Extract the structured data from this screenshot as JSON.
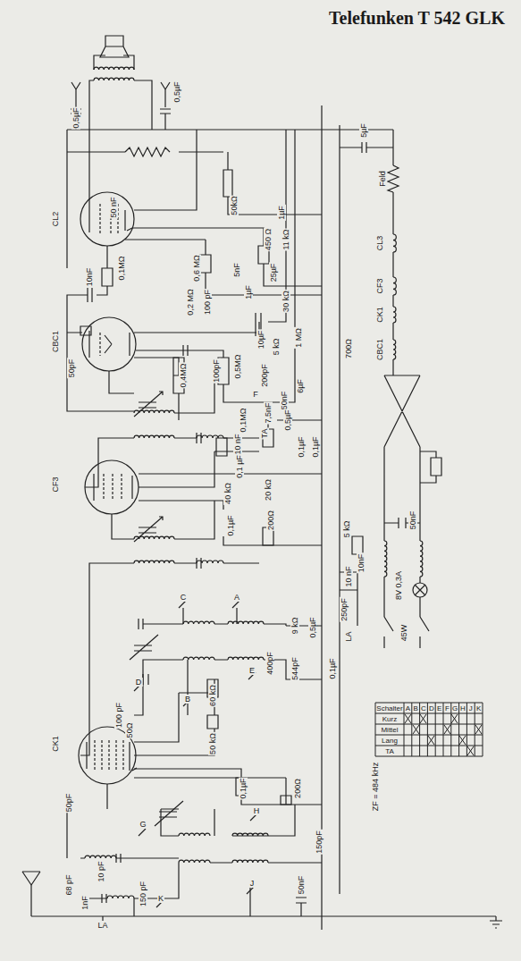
{
  "diagram": {
    "title": "Telefunken T 542 GLK",
    "labels": [
      "0,5µF",
      "0,5µF",
      "5µF",
      "Feld",
      "1µF",
      "50 nF",
      "50kΩ",
      "11 kΩ",
      "450 Ω",
      "CL2",
      "25µF",
      "0,6 MΩ",
      "5nF",
      "0,1MΩ",
      "10nF",
      "1µF",
      "30 kΩ",
      "100 pF",
      "0,2 MΩ",
      "CL3",
      "CF3",
      "CK1",
      "CBC1",
      "CBC1",
      "700Ω",
      "1 MΩ",
      "5 kΩ",
      "10µF",
      "50pF",
      "0,4MΩ",
      "100pF",
      "0,5MΩ",
      "200pF",
      "6µF",
      "F",
      "50nF",
      "7,5nF",
      "0,5µF",
      "0,1MΩ",
      "TA",
      "10 nF",
      "0,1µF",
      "0,1µF",
      "CF3",
      "0,1 µF",
      "40 kΩ",
      "20 kΩ",
      "0,1µF",
      "200Ω",
      "5 kΩ",
      "50nF",
      "10nF",
      "10 nF",
      "250pF",
      "LA",
      "8V 0,3A",
      "45W",
      "C",
      "A",
      "9 kΩ",
      "0,5µF",
      "400pF",
      "E",
      "544pF",
      "0,1µF",
      "60 kΩ",
      "D",
      "B",
      "100 pF",
      "50Ω",
      "50 kΩ",
      "CK1",
      "0,1µF",
      "200Ω",
      "ZF = 484 kHz",
      "Schalter",
      "A",
      "B",
      "C",
      "D",
      "E",
      "F",
      "G",
      "H",
      "J",
      "K",
      "Kurz",
      "Mittel",
      "Lang",
      "TA",
      "G",
      "H",
      "50pF",
      "150pF",
      "1nF",
      "LA",
      "10 pF",
      "68 pF",
      "150 pF",
      "K",
      "J",
      "50nF"
    ]
  }
}
